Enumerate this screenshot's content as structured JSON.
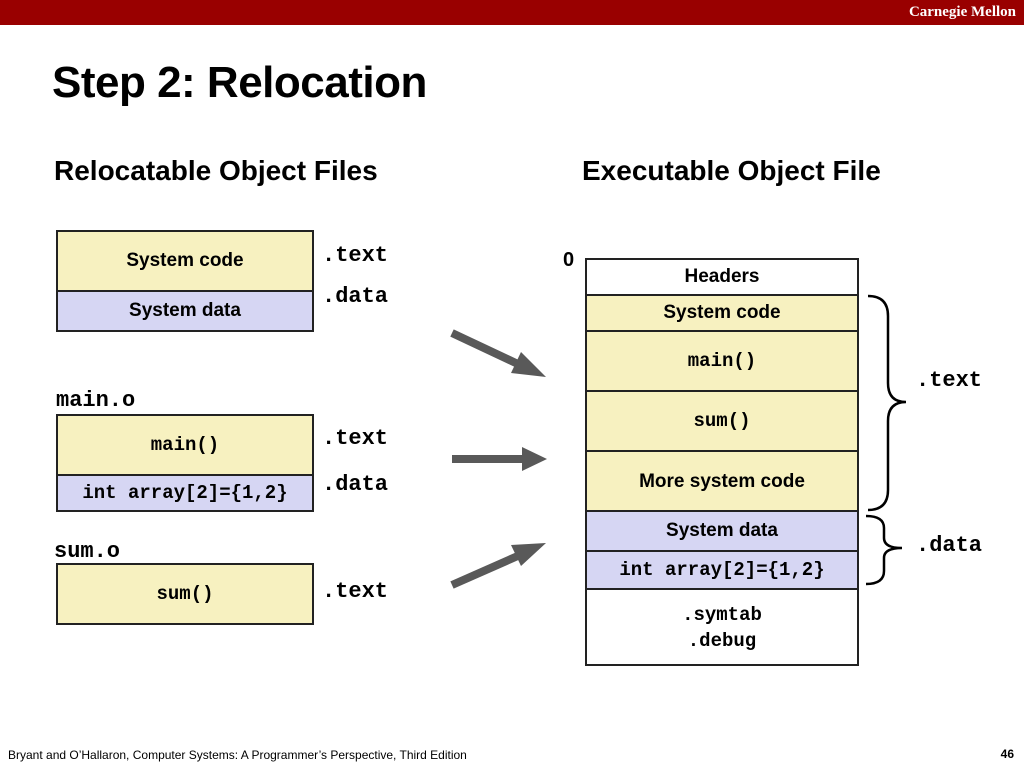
{
  "header": {
    "brand": "Carnegie Mellon"
  },
  "slide": {
    "title": "Step 2: Relocation",
    "left_heading": "Relocatable Object Files",
    "right_heading": "Executable Object File"
  },
  "relocatable": {
    "system": {
      "code": "System code",
      "data": "System data",
      "text_label": ".text",
      "data_label": ".data"
    },
    "main_o": {
      "name": "main.o",
      "code": "main()",
      "data": "int array[2]={1,2}",
      "text_label": ".text",
      "data_label": ".data"
    },
    "sum_o": {
      "name": "sum.o",
      "code": "sum()",
      "text_label": ".text"
    }
  },
  "executable": {
    "address": "0",
    "sections": {
      "headers": "Headers",
      "system_code": "System code",
      "main": "main()",
      "sum": "sum()",
      "more_system_code": "More system code",
      "system_data": "System data",
      "array": "int array[2]={1,2}",
      "symtab": ".symtab",
      "debug": ".debug"
    },
    "text_label": ".text",
    "data_label": ".data"
  },
  "colors": {
    "code": "#f7f1c0",
    "data": "#d6d6f3",
    "bar": "#990000",
    "arrow": "#595959"
  },
  "footer": {
    "citation": "Bryant and O’Hallaron, Computer Systems: A Programmer’s Perspective, Third Edition",
    "page": "46"
  }
}
